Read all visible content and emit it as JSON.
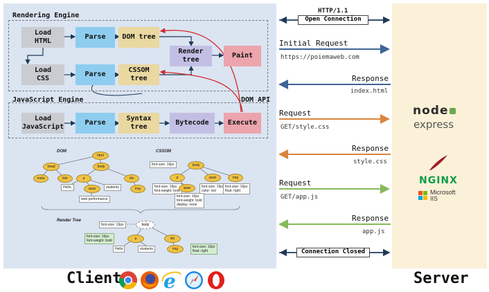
{
  "client": {
    "rendering_engine": {
      "title": "Rendering Engine",
      "load_html": "Load\nHTML",
      "parse_1": "Parse",
      "dom_tree": "DOM tree",
      "load_css": "Load\nCSS",
      "parse_2": "Parse",
      "cssom_tree": "CSSOM\ntree",
      "render_tree": "Render\ntree",
      "paint": "Paint"
    },
    "javascript_engine": {
      "title": "JavaScript Engine",
      "dom_api": "DOM API",
      "load_js": "Load\nJavaScript",
      "parse": "Parse",
      "syntax_tree": "Syntax\ntree",
      "bytecode": "Bytecode",
      "execute": "Execute"
    },
    "trees": {
      "dom_label": "DOM",
      "cssom_label": "CSSOM",
      "render_label": "Render Tree",
      "dom": {
        "html": "html",
        "head": "head",
        "body": "body",
        "meta": "meta",
        "link": "link",
        "p": "p",
        "div": "div",
        "hello": "Hello,",
        "span": "span",
        "students": "students",
        "img": "img",
        "web_performance": "web performance"
      },
      "cssom": {
        "root_note": "font-size: 16px",
        "body": "body",
        "p": "p",
        "p_note": "font-size: 16px\nfont-weight: bold",
        "span_top": "span",
        "span_top_note": "font-size: 16px\ncolor: red",
        "img": "img",
        "img_note": "font-size: 16px\nfloat: right",
        "span_sub": "span",
        "span_sub_note": "font-size: 16px\nfont-weight: bold\ndisplay: none"
      },
      "render": {
        "root_note": "font-size: 16px",
        "body": "body",
        "p": "p",
        "p_note": "font-size: 16px\nfont-weight: bold",
        "div": "div",
        "hello": "Hello",
        "students": "students",
        "img": "img",
        "img_note": "font-size: 16px\nfloat: right"
      }
    },
    "footer_label": "Client",
    "browser_icons": [
      "chrome-icon",
      "firefox-icon",
      "ie-icon",
      "safari-icon",
      "opera-icon"
    ]
  },
  "messages": {
    "http": "HTTP/1.1",
    "open_connection": "Open Connection",
    "initial_request": "Initial Request",
    "initial_url": "https://poiemaweb.com",
    "response_1": "Response",
    "response_1_file": "index.html",
    "request_2": "Request",
    "request_2_path": "GET/style.css",
    "response_2": "Response",
    "response_2_file": "style.css",
    "request_3": "Request",
    "request_3_path": "GET/app.js",
    "response_3": "Response",
    "response_3_file": "app.js",
    "connection_closed": "Connection Closed"
  },
  "server": {
    "label": "Server",
    "node_logo": "node",
    "express_logo": "express",
    "nginx_logo": "NGINX",
    "microsoft_logo": "Microsoft",
    "iis_logo": "IIS"
  },
  "colors": {
    "blue_arrow": "#3f6496",
    "orange_arrow": "#d9843d",
    "green_arrow": "#86b95a",
    "red_arrow": "#d02a2a",
    "dark_arrow": "#1f3a5a"
  }
}
